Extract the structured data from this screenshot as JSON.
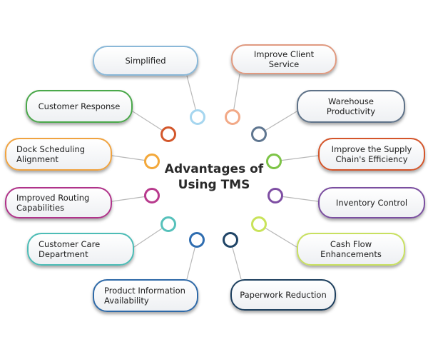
{
  "center": {
    "title": "Advantages of\nUsing TMS"
  },
  "items": [
    {
      "label": "Simplified",
      "color": "#8ab8d8"
    },
    {
      "label": "Improve Client Service",
      "color": "#e09a80"
    },
    {
      "label": "Warehouse\nProductivity",
      "color": "#5e7288"
    },
    {
      "label": "Improve the Supply\nChain's Efficiency",
      "color": "#d4552a"
    },
    {
      "label": "Inventory Control",
      "color": "#7b4fa0"
    },
    {
      "label": "Cash Flow\nEnhancements",
      "color": "#c8e060"
    },
    {
      "label": "Paperwork Reduction",
      "color": "#1d3f5e"
    },
    {
      "label": "Product Information\nAvailability",
      "color": "#2f6aa8"
    },
    {
      "label": "Customer Care\nDepartment",
      "color": "#4cbcb6"
    },
    {
      "label": "Improved Routing\nCapabilities",
      "color": "#b0338a"
    },
    {
      "label": "Dock Scheduling\nAlignment",
      "color": "#f0a340"
    },
    {
      "label": "Customer Response",
      "color": "#4aa84a"
    }
  ],
  "node_colors": {
    "simplified": "#a6d6ef",
    "client_service": "#f2a987",
    "warehouse": "#5f7690",
    "supply_chain": "#7dc446",
    "inventory": "#7e4ea3",
    "cash_flow": "#c9e35a",
    "paperwork": "#1f4466",
    "product_info": "#2f6db0",
    "customer_care": "#56c1bb",
    "routing": "#b83a8d",
    "dock": "#f3a83a",
    "customer_response": "#d3572b"
  },
  "connector_color": "#b8b8b8"
}
